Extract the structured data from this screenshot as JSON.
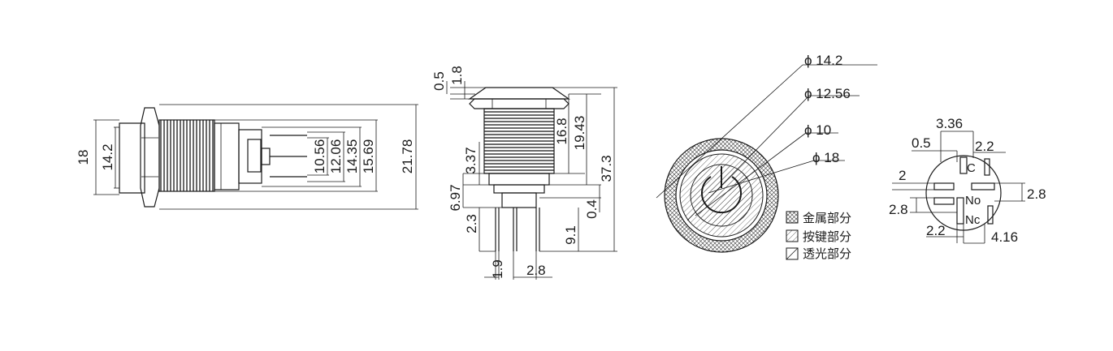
{
  "side_view": {
    "dims": [
      "18",
      "14.2",
      "10.56",
      "12.06",
      "14.35",
      "15.69",
      "21.78"
    ]
  },
  "front_view": {
    "dims_top": [
      "0.5",
      "1.8"
    ],
    "dims_right": [
      "16.8",
      "19.43",
      "37.3",
      "0.4",
      "9.1"
    ],
    "dims_left": [
      "3.37",
      "6.97",
      "2.3",
      "1.9"
    ],
    "dims_bottom": [
      "2.8"
    ]
  },
  "top_view": {
    "diameters": [
      "ϕ 14.2",
      "ϕ 12.56",
      "ϕ 10",
      "ϕ 18"
    ],
    "legend": [
      {
        "label": "金属部分",
        "pattern": "cross-hatch"
      },
      {
        "label": "按键部分",
        "pattern": "hatch"
      },
      {
        "label": "透光部分",
        "pattern": "diagonal"
      }
    ]
  },
  "terminal_view": {
    "dims": [
      "3.36",
      "0.5",
      "2.2",
      "2",
      "2.8",
      "2.8",
      "2.2",
      "4.16"
    ],
    "labels": [
      "C",
      "No",
      "Nc"
    ]
  }
}
